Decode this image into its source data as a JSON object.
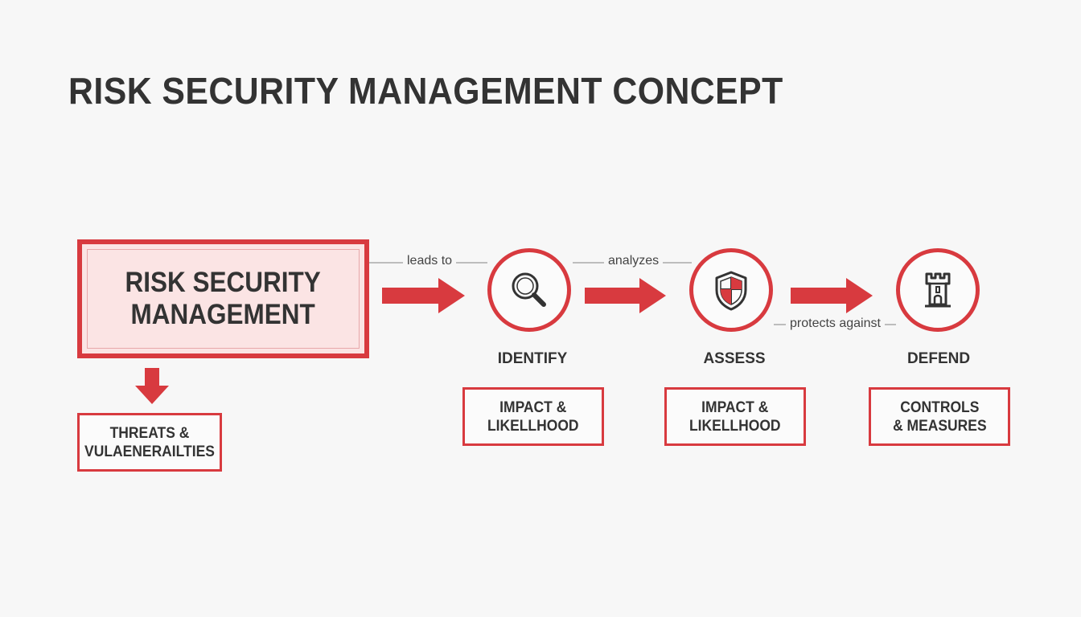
{
  "title": "RISK SECURITY MANAGEMENT CONCEPT",
  "main_node": {
    "label": "RISK SECURITY\nMANAGEMENT"
  },
  "threats_node": {
    "label": "THREATS &\nVULAENERAILTIES"
  },
  "connectors": {
    "leads_to": "leads to",
    "analyzes": "analyzes",
    "protects_against": "protects against"
  },
  "steps": [
    {
      "label": "IDENTIFY",
      "icon": "magnifier-icon",
      "box": "IMPACT &\nLIKELLHOOD"
    },
    {
      "label": "ASSESS",
      "icon": "shield-icon",
      "box": "IMPACT &\nLIKELLHOOD"
    },
    {
      "label": "DEFEND",
      "icon": "castle-tower-icon",
      "box": "CONTROLS\n& MEASURES"
    }
  ],
  "colors": {
    "accent": "#d83a3f",
    "main_fill": "#fbe4e4",
    "text": "#333333",
    "background": "#f7f7f7"
  }
}
